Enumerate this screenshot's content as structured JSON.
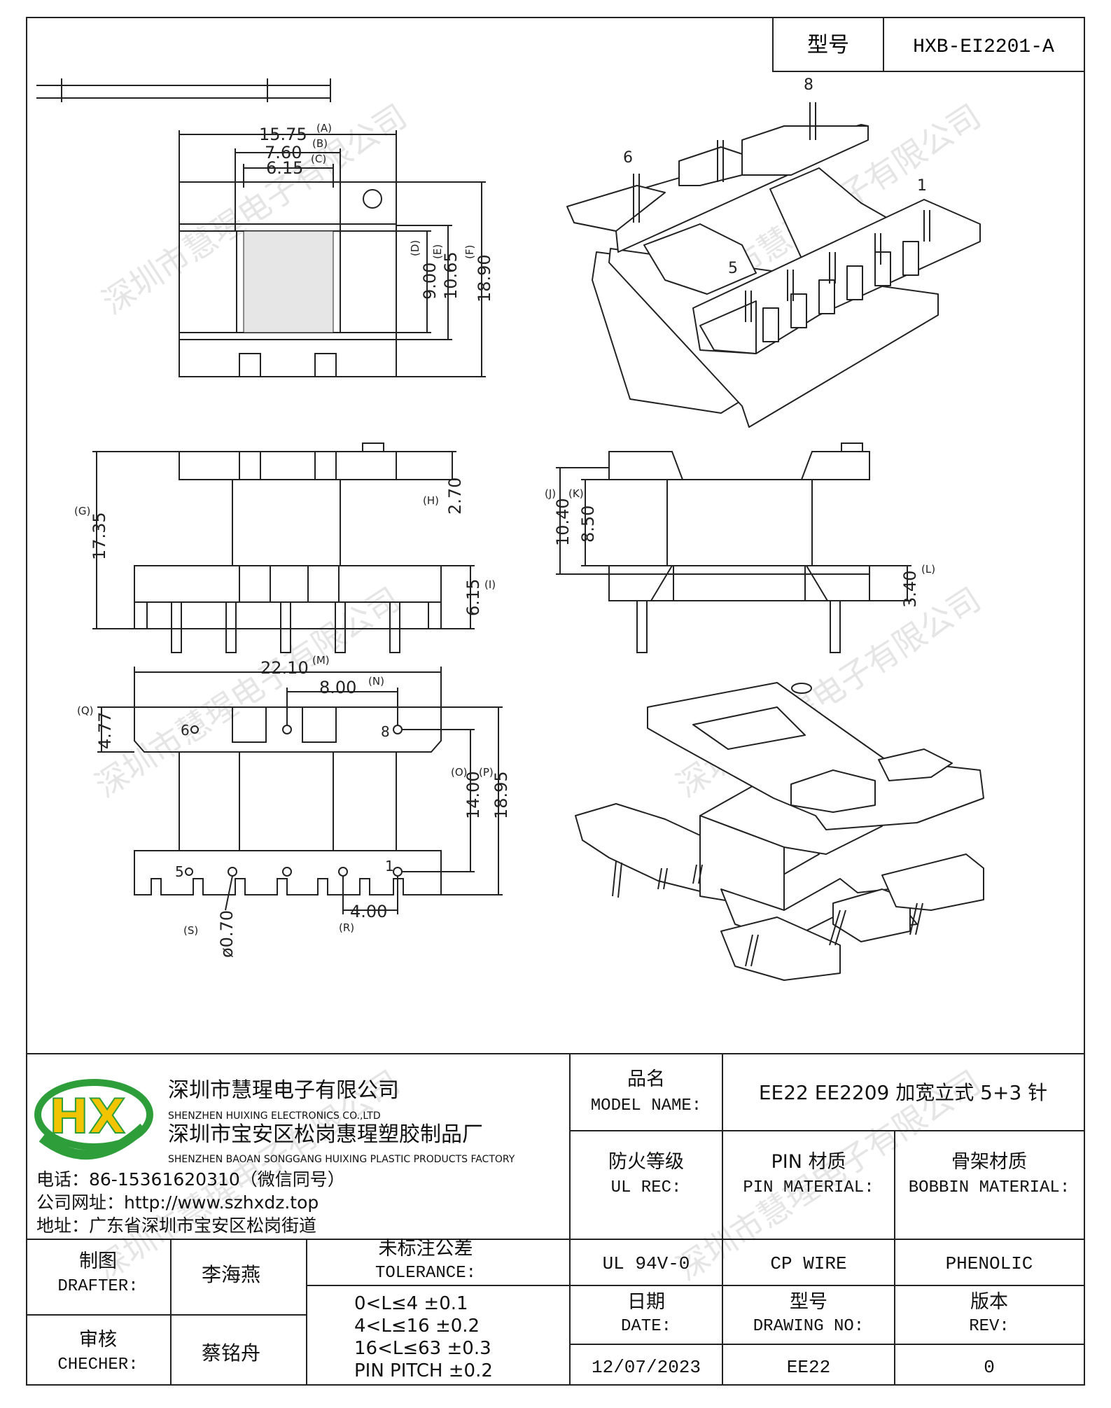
{
  "header": {
    "model_label": "型号",
    "model_value": "HXB-EI2201-A"
  },
  "watermark": "深圳市慧瑆电子有限公司",
  "pins": {
    "p1": "1",
    "p5": "5",
    "p6": "6",
    "p8": "8"
  },
  "dims": {
    "A": {
      "value": "15.75",
      "letter": "(A)"
    },
    "B": {
      "value": "7.60",
      "letter": "(B)"
    },
    "C": {
      "value": "6.15",
      "letter": "(C)"
    },
    "D": {
      "value": "9.00",
      "letter": "(D)"
    },
    "E": {
      "value": "10.65",
      "letter": "(E)"
    },
    "F": {
      "value": "18.90",
      "letter": "(F)"
    },
    "G": {
      "value": "17.35",
      "letter": "(G)"
    },
    "H": {
      "value": "2.70",
      "letter": "(H)"
    },
    "I": {
      "value": "6.15",
      "letter": "(I)"
    },
    "J": {
      "value": "10.40",
      "letter": "(J)"
    },
    "K": {
      "value": "8.50",
      "letter": "(K)"
    },
    "L": {
      "value": "3.40",
      "letter": "(L)"
    },
    "M": {
      "value": "22.10",
      "letter": "(M)"
    },
    "N": {
      "value": "8.00",
      "letter": "(N)"
    },
    "O": {
      "value": "14.00",
      "letter": "(O)"
    },
    "P": {
      "value": "18.95",
      "letter": "(P)"
    },
    "Q": {
      "value": "4.77",
      "letter": "(Q)"
    },
    "R": {
      "value": "4.00",
      "letter": "(R)"
    },
    "S": {
      "value": "ø0.70",
      "letter": "(S)"
    }
  },
  "bottom_view_pins": {
    "p6": "6",
    "p8": "8",
    "p5": "5",
    "p1": "1"
  },
  "company": {
    "name_cn": "深圳市慧瑆电子有限公司",
    "name_en": "SHENZHEN HUIXING ELECTRONICS CO.,LTD",
    "factory_cn": "深圳市宝安区松岗惠瑆塑胶制品厂",
    "factory_en": "SHENZHEN BAOAN SONGGANG HUIXING PLASTIC PRODUCTS FACTORY",
    "phone": "电话：86-15361620310（微信同号）",
    "website": "公司网址：http://www.szhxdz.top",
    "address": "地址：广东省深圳市宝安区松岗街道",
    "logo_text": "HX",
    "logo_green": "#2e9e3a",
    "logo_yellow": "#f2c400"
  },
  "title_block": {
    "model_name_cn": "品名",
    "model_name_en": "MODEL NAME:",
    "model_name_value": "EE22 EE2209 加宽立式 5+3 针",
    "ul_cn": "防火等级",
    "ul_en": "UL REC:",
    "pin_mat_cn": "PIN 材质",
    "pin_mat_en": "PIN MATERIAL:",
    "bobbin_mat_cn": "骨架材质",
    "bobbin_mat_en": "BOBBIN MATERIAL:",
    "ul_value": "UL 94V-0",
    "pin_mat_value": "CP WIRE",
    "bobbin_mat_value": "PHENOLIC",
    "drafter_cn": "制图",
    "drafter_en": "DRAFTER:",
    "drafter_name": "李海燕",
    "checker_cn": "审核",
    "checker_en": "CHECHER:",
    "checker_name": "蔡铭舟",
    "tol_cn": "未标注公差",
    "tol_en": "TOLERANCE:",
    "tol1": "0<L≤4  ±0.1",
    "tol2": "4<L≤16  ±0.2",
    "tol3": "16<L≤63  ±0.3",
    "tol4": "PIN PITCH  ±0.2",
    "date_cn": "日期",
    "date_en": "DATE:",
    "drawing_cn": "型号",
    "drawing_en": "DRAWING NO:",
    "rev_cn": "版本",
    "rev_en": "REV:",
    "date_value": "12/07/2023",
    "drawing_value": "EE22",
    "rev_value": "0"
  }
}
